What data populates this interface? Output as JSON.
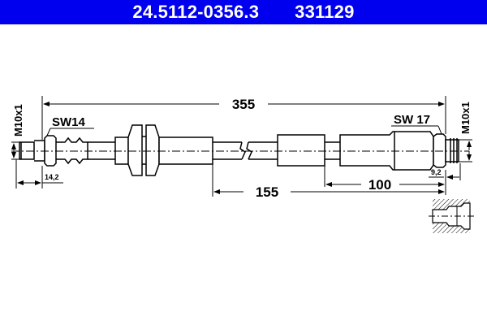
{
  "header": {
    "part_number": "24.5112-0356.3",
    "ref_number": "331129",
    "background_color": "#0000ee",
    "text_color": "#ffffff"
  },
  "drawing": {
    "dimensions": {
      "overall_length": "355",
      "length_a": "155",
      "length_b": "100",
      "left_fitting_length": "14,2",
      "right_fitting_length": "9,2"
    },
    "labels": {
      "left_wrench_size": "SW14",
      "right_wrench_size": "SW 17",
      "left_thread": "M10x1",
      "right_thread": "M10x1"
    }
  }
}
